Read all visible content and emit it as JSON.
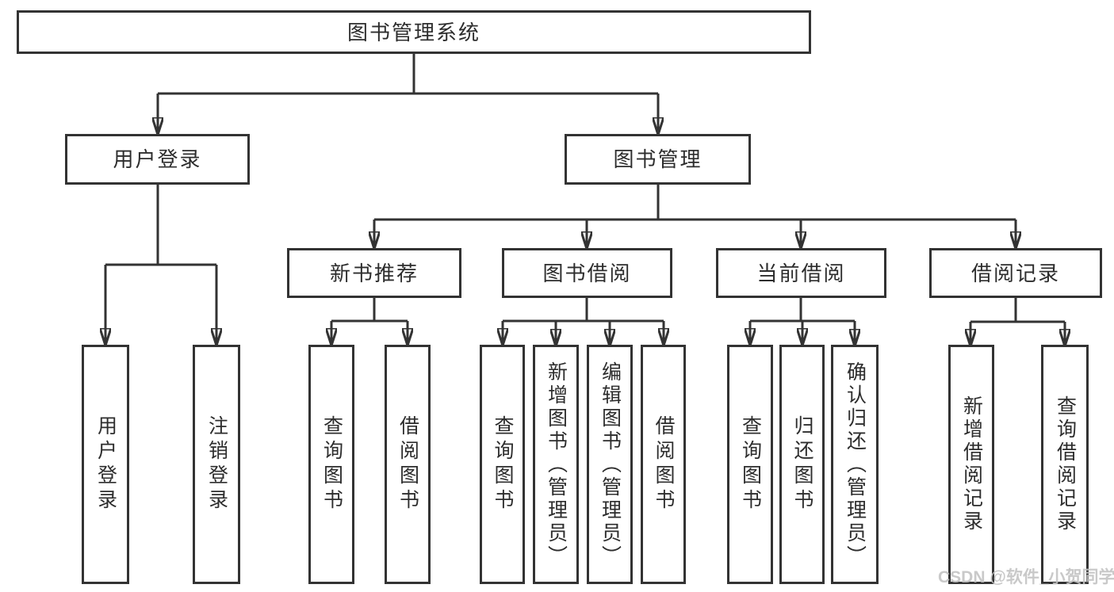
{
  "diagram_type": "hierarchy-tree",
  "tree": {
    "label": "图书管理系统",
    "children": [
      {
        "label": "用户登录",
        "children": [
          {
            "label": "用户登录"
          },
          {
            "label": "注销登录"
          }
        ]
      },
      {
        "label": "图书管理",
        "children": [
          {
            "label": "新书推荐",
            "children": [
              {
                "label": "查询图书"
              },
              {
                "label": "借阅图书"
              }
            ]
          },
          {
            "label": "图书借阅",
            "children": [
              {
                "label": "查询图书"
              },
              {
                "label": "新增图书（管理员）"
              },
              {
                "label": "编辑图书（管理员）"
              },
              {
                "label": "借阅图书"
              }
            ]
          },
          {
            "label": "当前借阅",
            "children": [
              {
                "label": "查询图书"
              },
              {
                "label": "归还图书"
              },
              {
                "label": "确认归还（管理员）"
              }
            ]
          },
          {
            "label": "借阅记录",
            "children": [
              {
                "label": "新增借阅记录"
              },
              {
                "label": "查询借阅记录"
              }
            ]
          }
        ]
      }
    ]
  },
  "watermark": {
    "text": "CSDN @软件_小贺同学"
  },
  "colors": {
    "line": "#333333",
    "box_border": "#333333",
    "box_fill": "#ffffff",
    "text": "#2d2d2d",
    "background": "#ffffff",
    "watermark": "#c1c1c1"
  }
}
